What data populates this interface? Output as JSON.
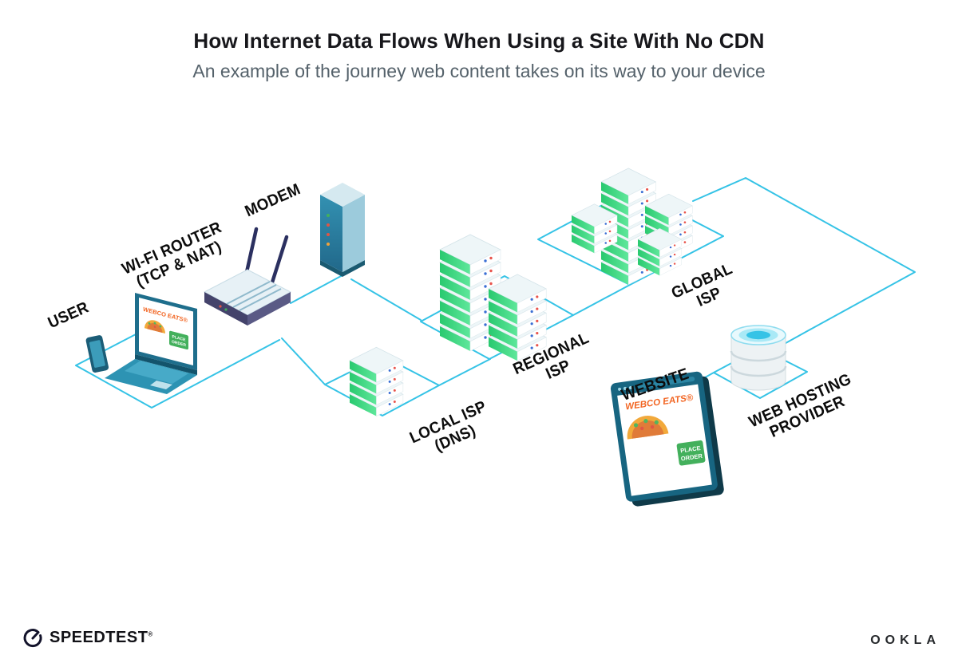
{
  "header": {
    "title": "How Internet Data Flows When Using a Site With No CDN",
    "subtitle": "An example of the journey web content takes on its way to your device"
  },
  "labels": {
    "user": "USER",
    "router1": "WI-FI ROUTER",
    "router2": "(TCP & NAT)",
    "modem": "MODEM",
    "local1": "LOCAL ISP",
    "local2": "(DNS)",
    "regional1": "REGIONAL",
    "regional2": "ISP",
    "global1": "GLOBAL",
    "global2": "ISP",
    "website": "WEBSITE",
    "hosting1": "WEB HOSTING",
    "hosting2": "PROVIDER"
  },
  "webco": {
    "brand": "WEBCO EATS®",
    "cta1": "PLACE",
    "cta2": "ORDER"
  },
  "footer": {
    "speedtest": "SPEEDTEST",
    "speedtest_mark": "®",
    "ookla": "OOKLA"
  },
  "colors": {
    "line": "#35C3E6",
    "green": "#2fd07e",
    "orange": "#F26522",
    "teal": "#1e6e8c"
  }
}
